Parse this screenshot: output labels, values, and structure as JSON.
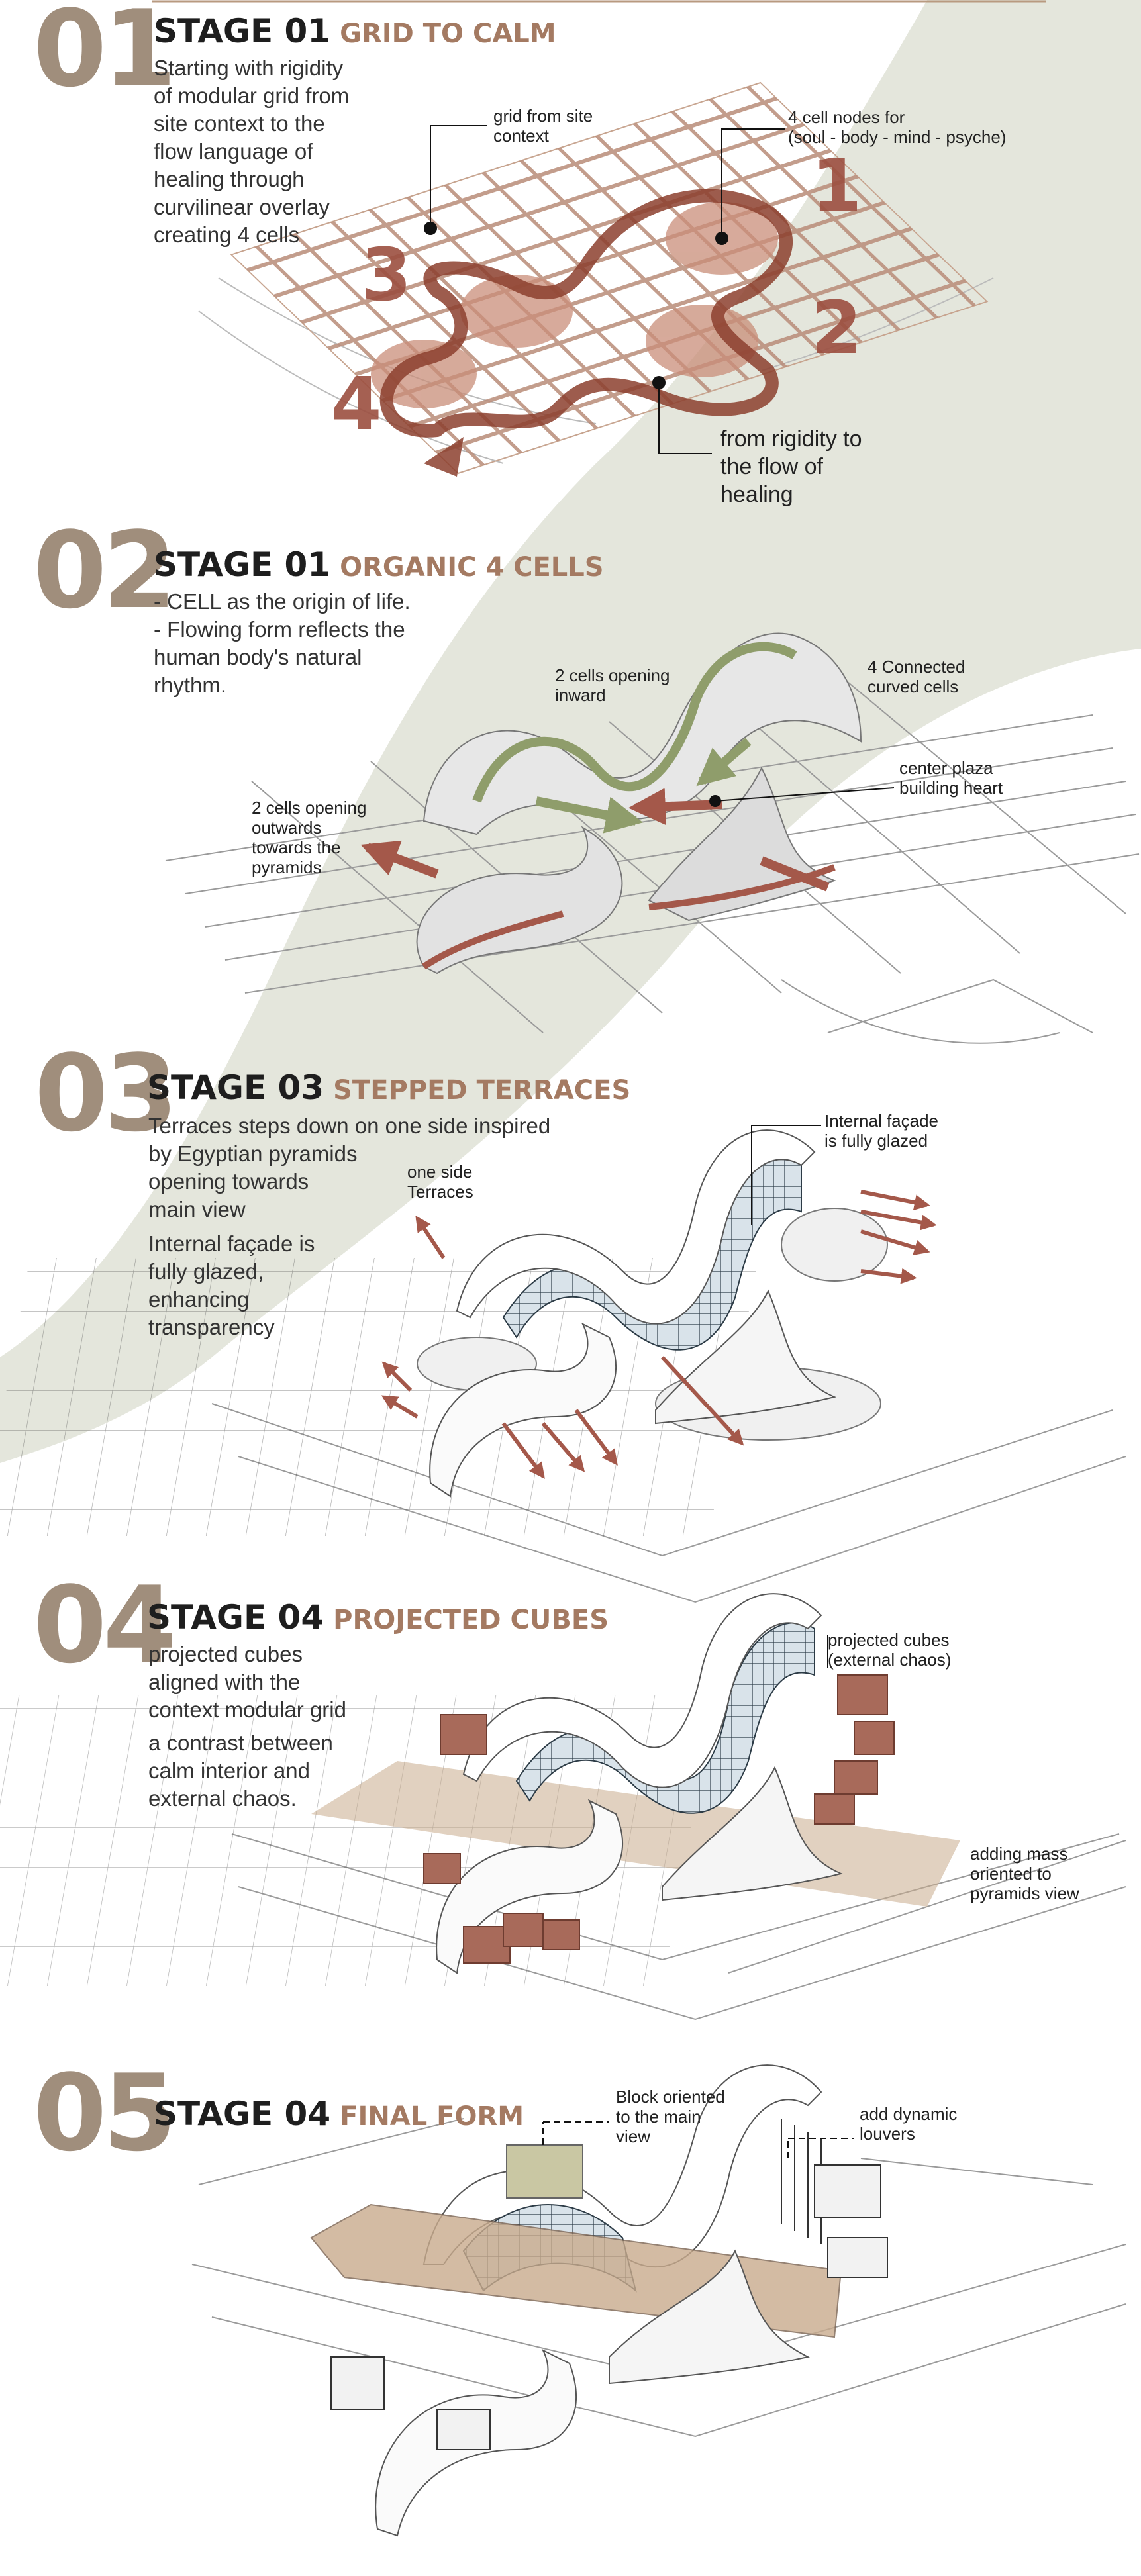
{
  "stages": [
    {
      "number": "01",
      "stage_label": "STAGE 01",
      "stage_title": "GRID TO CALM",
      "description": [
        "Starting with rigidity",
        "of modular grid from",
        "site context to the",
        "flow language of",
        "healing through",
        "curvilinear overlay",
        "creating 4 cells"
      ],
      "annotations": {
        "grid": [
          "grid from site",
          "context"
        ],
        "nodes": [
          "4 cell nodes for",
          "(soul - body - mind - psyche)"
        ],
        "flow": [
          "from rigidity to",
          "the flow of",
          "healing"
        ]
      },
      "cell_numbers": [
        "1",
        "2",
        "3",
        "4"
      ]
    },
    {
      "number": "02",
      "stage_label": "STAGE 01",
      "stage_title": "ORGANIC 4 CELLS",
      "description": [
        "- CELL as the origin of life.",
        "- Flowing form reflects the",
        "human body's natural",
        "rhythm."
      ],
      "annotations": {
        "inward": [
          "2 cells opening",
          "inward"
        ],
        "connected": [
          "4 Connected",
          "curved cells"
        ],
        "plaza": [
          "center plaza",
          "building heart"
        ],
        "outward": [
          "2 cells opening",
          "outwards",
          "towards the",
          "pyramids"
        ]
      }
    },
    {
      "number": "03",
      "stage_label": "STAGE 03",
      "stage_title": "STEPPED TERRACES",
      "description": [
        "Terraces steps down on one side inspired",
        "by Egyptian pyramids",
        "opening towards",
        "main view"
      ],
      "description2": [
        "Internal façade is",
        "fully glazed,",
        "enhancing",
        "transparency"
      ],
      "annotations": {
        "terraces": [
          "one side",
          "Terraces"
        ],
        "glazed": [
          "Internal façade",
          "is fully glazed"
        ]
      }
    },
    {
      "number": "04",
      "stage_label": "STAGE 04",
      "stage_title": "PROJECTED CUBES",
      "description": [
        "projected cubes",
        "aligned with the",
        "context modular grid"
      ],
      "description2": [
        "a contrast between",
        "calm interior and",
        "external chaos."
      ],
      "annotations": {
        "cubes": [
          "projected cubes",
          "(external chaos)"
        ],
        "mass": [
          "adding mass",
          "oriented to",
          "pyramids view"
        ]
      }
    },
    {
      "number": "05",
      "stage_label": "STAGE 04",
      "stage_title": "FINAL FORM",
      "annotations": {
        "block": [
          "Block oriented",
          "to the main",
          "view"
        ],
        "louvers": [
          "add dynamic",
          "louvers"
        ]
      }
    }
  ],
  "colors": {
    "stage_number": "#a08e7c",
    "title_accent": "#a47a62",
    "rust": "#9c4f40",
    "sage": "#8f9d6b",
    "wash": "#e4e6dc",
    "tan": "#c9ab8d"
  }
}
